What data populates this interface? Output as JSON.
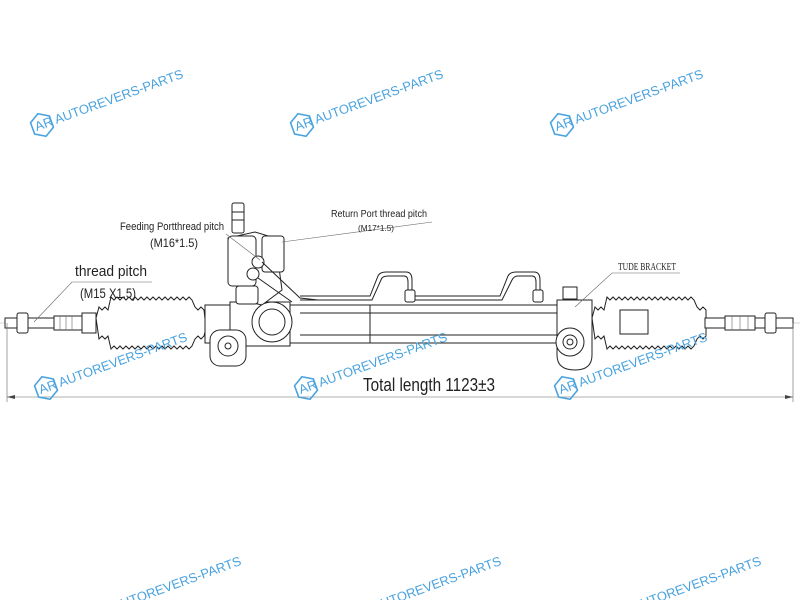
{
  "drawing": {
    "labels": {
      "tie_rod_thread": "thread pitch",
      "tie_rod_thread_spec": "(M15 X1.5)",
      "feeding_port": "Feeding Portthread pitch",
      "feeding_port_spec": "(M16*1.5)",
      "return_port": "Return Port thread pitch",
      "return_port_spec": "(M17*1.5)",
      "bracket": "TUDE BRACKET",
      "total_length": "Total length 1123±3"
    }
  },
  "watermark": {
    "text": "AUTOREVERS-PARTS",
    "logo": "AR",
    "partial_text": "RS-PARTS",
    "color": "#4aa3df"
  }
}
